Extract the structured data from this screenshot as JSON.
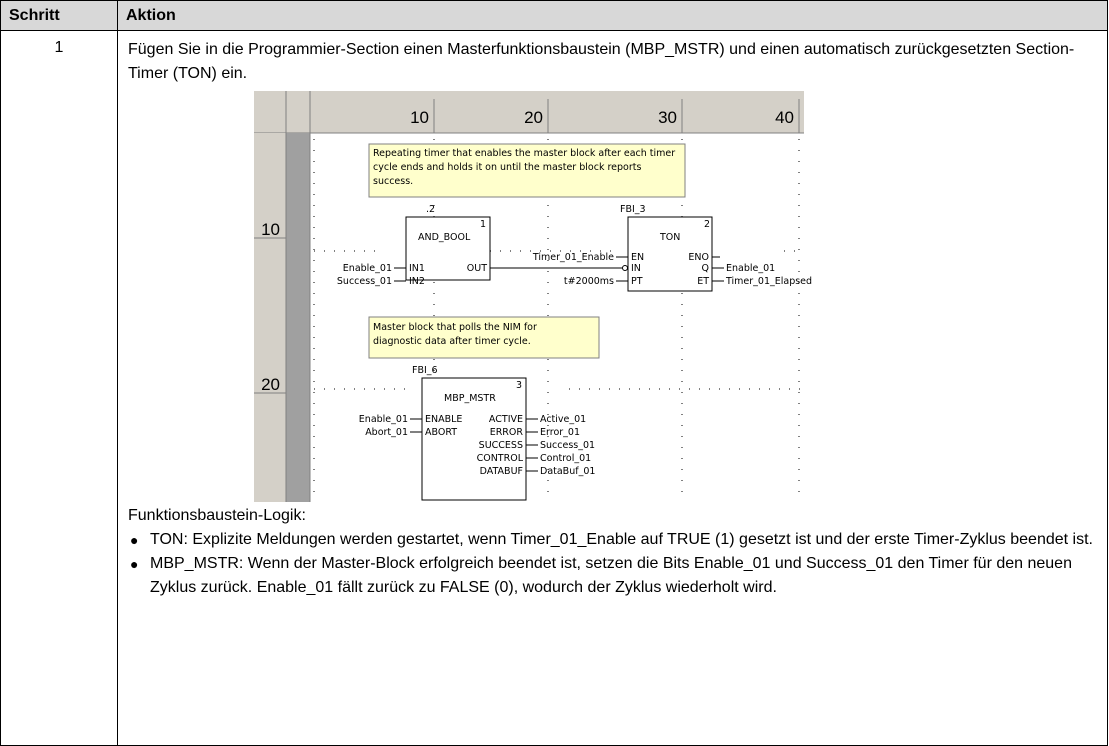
{
  "table": {
    "header_step": "Schritt",
    "header_action": "Aktion",
    "step_number": "1",
    "intro": "Fügen Sie in die Programmier-Section einen Masterfunktionsbaustein (MBP_MSTR) und einen automatisch zurückgesetzten Section-Timer (TON) ein."
  },
  "diagram": {
    "col_ticks": [
      "10",
      "20",
      "30",
      "40"
    ],
    "row_ticks": [
      "10",
      "20"
    ],
    "comment1": [
      "Repeating timer that enables the master block after each timer",
      "cycle ends and holds it on until the master block reports",
      "success."
    ],
    "comment2": [
      "Master block that polls the NIM for",
      "diagnostic data after timer cycle."
    ],
    "and_block": {
      "instance": ".2",
      "name": "AND_BOOL",
      "order": "1",
      "in1": "IN1",
      "in2": "IN2",
      "out": "OUT",
      "var_in1": "Enable_01",
      "var_in2": "Success_01"
    },
    "ton_block": {
      "instance": "FBI_3",
      "name": "TON",
      "order": "2",
      "en": "EN",
      "eno": "ENO",
      "in": "IN",
      "pt": "PT",
      "q": "Q",
      "et": "ET",
      "var_en": "Timer_01_Enable",
      "var_pt": "t#2000ms",
      "var_q": "Enable_01",
      "var_et": "Timer_01_Elapsed"
    },
    "mstr_block": {
      "instance": "FBI_6",
      "name": "MBP_MSTR",
      "order": "3",
      "enable": "ENABLE",
      "abort": "ABORT",
      "active": "ACTIVE",
      "error": "ERROR",
      "success": "SUCCESS",
      "control": "CONTROL",
      "databuf": "DATABUF",
      "var_enable": "Enable_01",
      "var_abort": "Abort_01",
      "var_active": "Active_01",
      "var_error": "Error_01",
      "var_success": "Success_01",
      "var_control": "Control_01",
      "var_databuf": "DataBuf_01"
    }
  },
  "logic": {
    "title": "Funktionsbaustein-Logik:",
    "bullets": [
      "TON: Explizite Meldungen werden gestartet, wenn Timer_01_Enable auf TRUE (1) gesetzt ist und der erste Timer-Zyklus beendet ist.",
      "MBP_MSTR: Wenn der Master-Block erfolgreich beendet ist, setzen die Bits Enable_01 und Success_01 den Timer für den neuen Zyklus zurück. Enable_01 fällt zurück zu FALSE (0), wodurch der Zyklus wiederholt wird."
    ]
  }
}
